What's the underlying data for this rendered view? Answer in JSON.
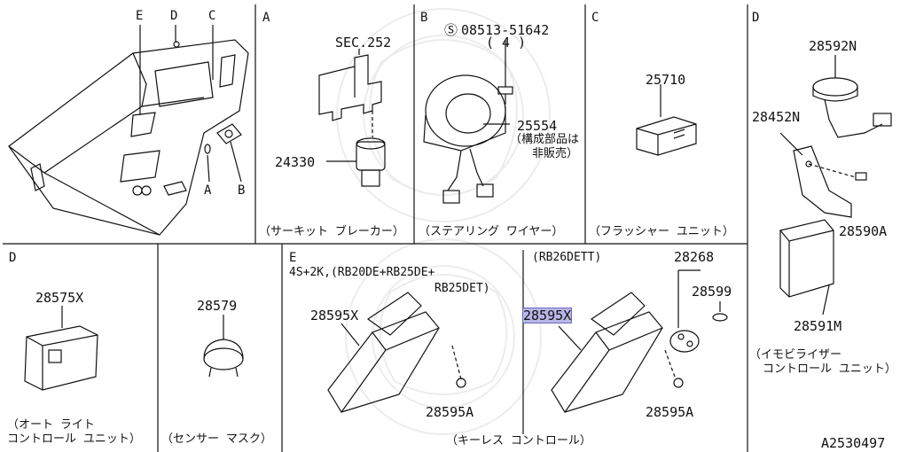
{
  "sections": {
    "overview": {
      "letters": [
        "E",
        "D",
        "C",
        "A",
        "B"
      ]
    },
    "A": {
      "letter": "A",
      "ref": "SEC.252",
      "part": "24330",
      "caption": "（サーキット ブレーカー）"
    },
    "B": {
      "letter": "B",
      "bolt": "08513-51642",
      "bolt_qty": "( 4 )",
      "part": "25554",
      "note1": "（構成部品は",
      "note2": "非販売）",
      "caption": "（ステアリング ワイヤー）"
    },
    "C": {
      "letter": "C",
      "part": "25710",
      "caption": "（フラッシャー ユニット）"
    },
    "D_top": {
      "letter": "D",
      "p1": "28592N",
      "p2": "28452N",
      "p3": "28590A",
      "p4": "28591M",
      "caption1": "（イモビライザー",
      "caption2": "コントロール ユニット）"
    },
    "D_bottom": {
      "letter": "D",
      "part": "28575X",
      "caption1": "（オート ライト",
      "caption2": "コントロール ユニット）"
    },
    "sensor": {
      "part": "28579",
      "caption": "（センサー マスク）"
    },
    "E": {
      "letter": "E",
      "variant1": "4S+2K,(RB20DE+RB25DE+",
      "variant2": "RB25DET)",
      "part": "28595X",
      "bolt": "28595A"
    },
    "keyless": {
      "variant": "(RB26DETT)",
      "p_set": "28268",
      "p_battery": "28599",
      "part": "28595X",
      "bolt": "28595A",
      "caption": "（キーレス コントロール）"
    }
  },
  "figure_code": "A2530497",
  "colors": {
    "line": "#111111",
    "highlight": "#b8b6e6",
    "watermark": "#9a9a9a"
  }
}
